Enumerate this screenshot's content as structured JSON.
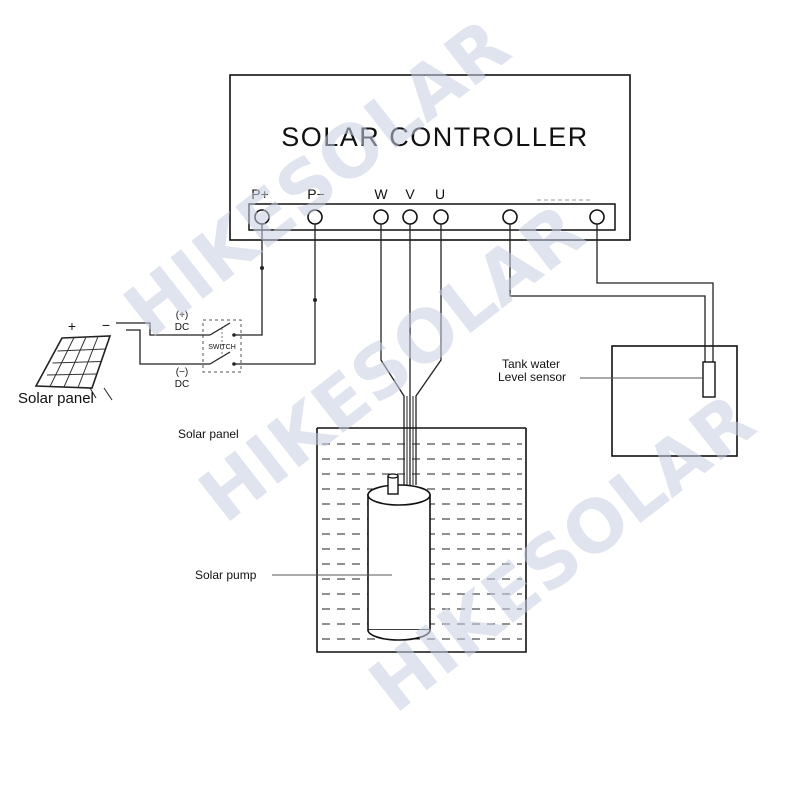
{
  "watermark": "HIKESOLAR",
  "controller": {
    "title": "SOLAR CONTROLLER",
    "terminals": [
      "P+",
      "P−",
      "W",
      "V",
      "U"
    ]
  },
  "panel": {
    "label": "Solar panel",
    "plus": "+",
    "minus": "−",
    "pos_label_top": "(+)",
    "pos_label_bottom": "DC",
    "neg_label_top": "(−)",
    "neg_label_bottom": "DC",
    "switch_label": "SWITCH"
  },
  "well": {
    "label": "Solar panel"
  },
  "pump": {
    "label": "Solar pump"
  },
  "tank": {
    "label_line1": "Tank water",
    "label_line2": "Level sensor"
  }
}
